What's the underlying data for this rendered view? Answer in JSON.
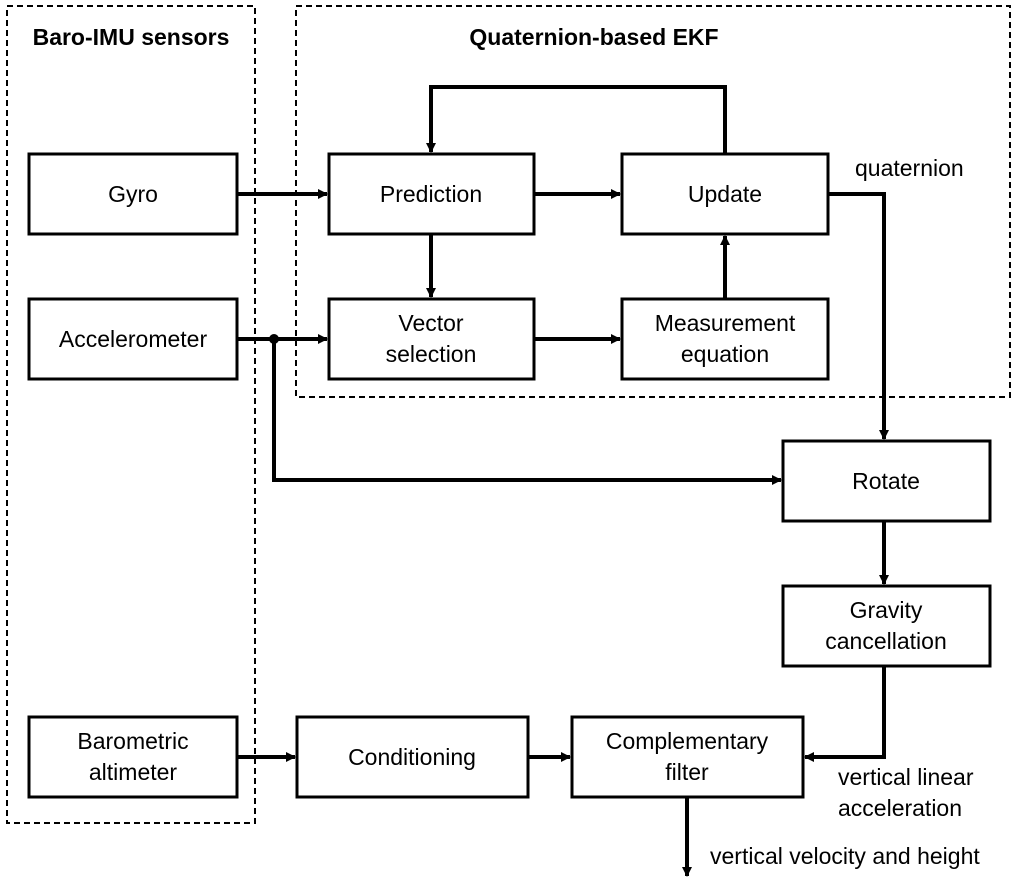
{
  "groups": {
    "sensors_title": "Baro-IMU sensors",
    "ekf_title": "Quaternion-based  EKF"
  },
  "blocks": {
    "gyro": "Gyro",
    "accelerometer": "Accelerometer",
    "barometric_line1": "Barometric",
    "barometric_line2": "altimeter",
    "prediction": "Prediction",
    "update": "Update",
    "vector_line1": "Vector",
    "vector_line2": "selection",
    "measurement_line1": "Measurement",
    "measurement_line2": "equation",
    "rotate": "Rotate",
    "gravity_line1": "Gravity",
    "gravity_line2": "cancellation",
    "conditioning": "Conditioning",
    "complementary_line1": "Complementary",
    "complementary_line2": "filter"
  },
  "edge_labels": {
    "quaternion": "quaternion",
    "vertical_linear_line1": "vertical linear",
    "vertical_linear_line2": "acceleration",
    "output": "vertical velocity and height"
  }
}
